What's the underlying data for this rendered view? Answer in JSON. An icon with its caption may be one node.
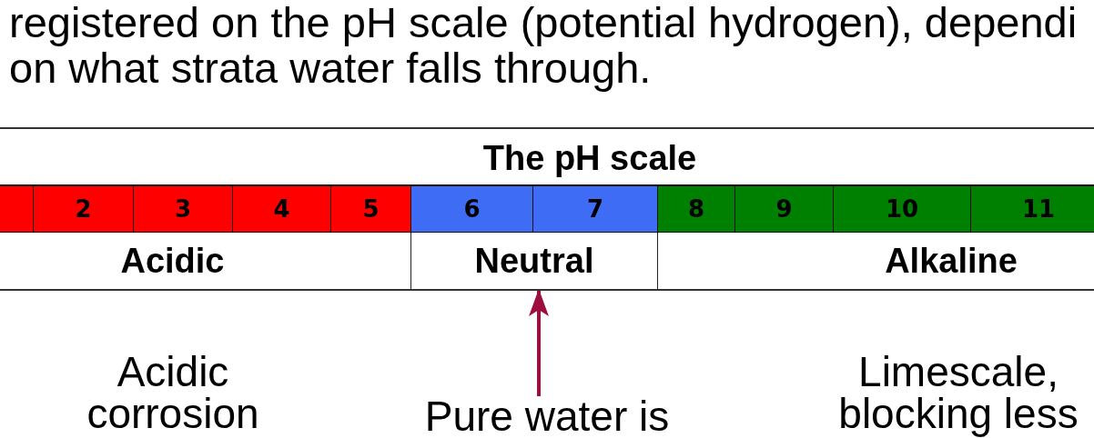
{
  "diagram": {
    "nodes": [
      {
        "text": [
          "The pH scale"
        ]
      },
      {
        "text": [],
        "shape": "box",
        "in": 0
      },
      {
        "text": [
          "2"
        ],
        "in": 0
      },
      {
        "text": [
          "3"
        ],
        "in": 0
      },
      {
        "text": [
          "4"
        ],
        "in": 0
      },
      {
        "text": [
          "5"
        ],
        "in": 0
      },
      {
        "text": [
          "6"
        ],
        "in": 0
      },
      {
        "text": [
          "7"
        ],
        "in": 0
      },
      {
        "text": [
          "8"
        ],
        "in": 0
      },
      {
        "text": [
          "9"
        ],
        "in": 0
      },
      {
        "text": [
          "10"
        ],
        "in": 0
      },
      {
        "text": [
          "11"
        ],
        "in": 0
      },
      {
        "text": [
          "Acidic"
        ],
        "in": 0
      },
      {
        "text": [
          "Neutral"
        ],
        "in": 0
      },
      {
        "text": [
          "Alkaline"
        ],
        "in": 0
      },
      {
        "text": [
          "Pure water is"
        ]
      }
    ],
    "edges": [
      {
        "from": 15,
        "to": 13,
        "arrow": "to",
        "color": "#9b0e3e"
      }
    ],
    "labels": [
      "registered on the pH scale (potential hydrogen), dependi on what strata water falls through.",
      "Acidic corrosion",
      "Limescale, blocking less"
    ]
  }
}
